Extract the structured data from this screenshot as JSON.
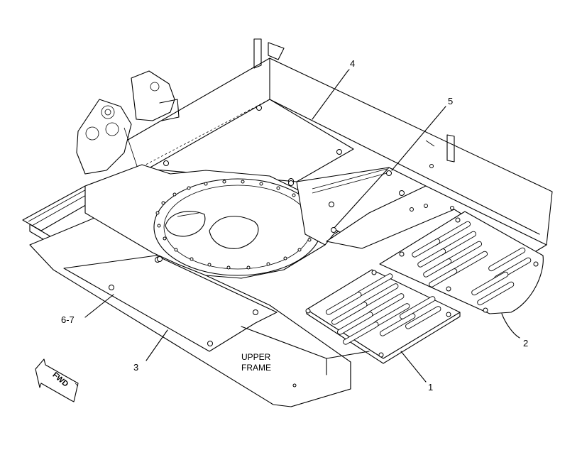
{
  "callouts": [
    {
      "id": "1",
      "label": "1"
    },
    {
      "id": "2",
      "label": "2"
    },
    {
      "id": "3",
      "label": "3"
    },
    {
      "id": "4",
      "label": "4"
    },
    {
      "id": "5",
      "label": "5"
    },
    {
      "id": "6-7",
      "label": "6-7"
    }
  ],
  "frame_label": {
    "line1": "UPPER",
    "line2": "FRAME"
  },
  "direction_arrow": {
    "label": "FWD",
    "icon": "forward-arrow-icon"
  },
  "colors": {
    "line": "#000000",
    "background": "#ffffff"
  }
}
